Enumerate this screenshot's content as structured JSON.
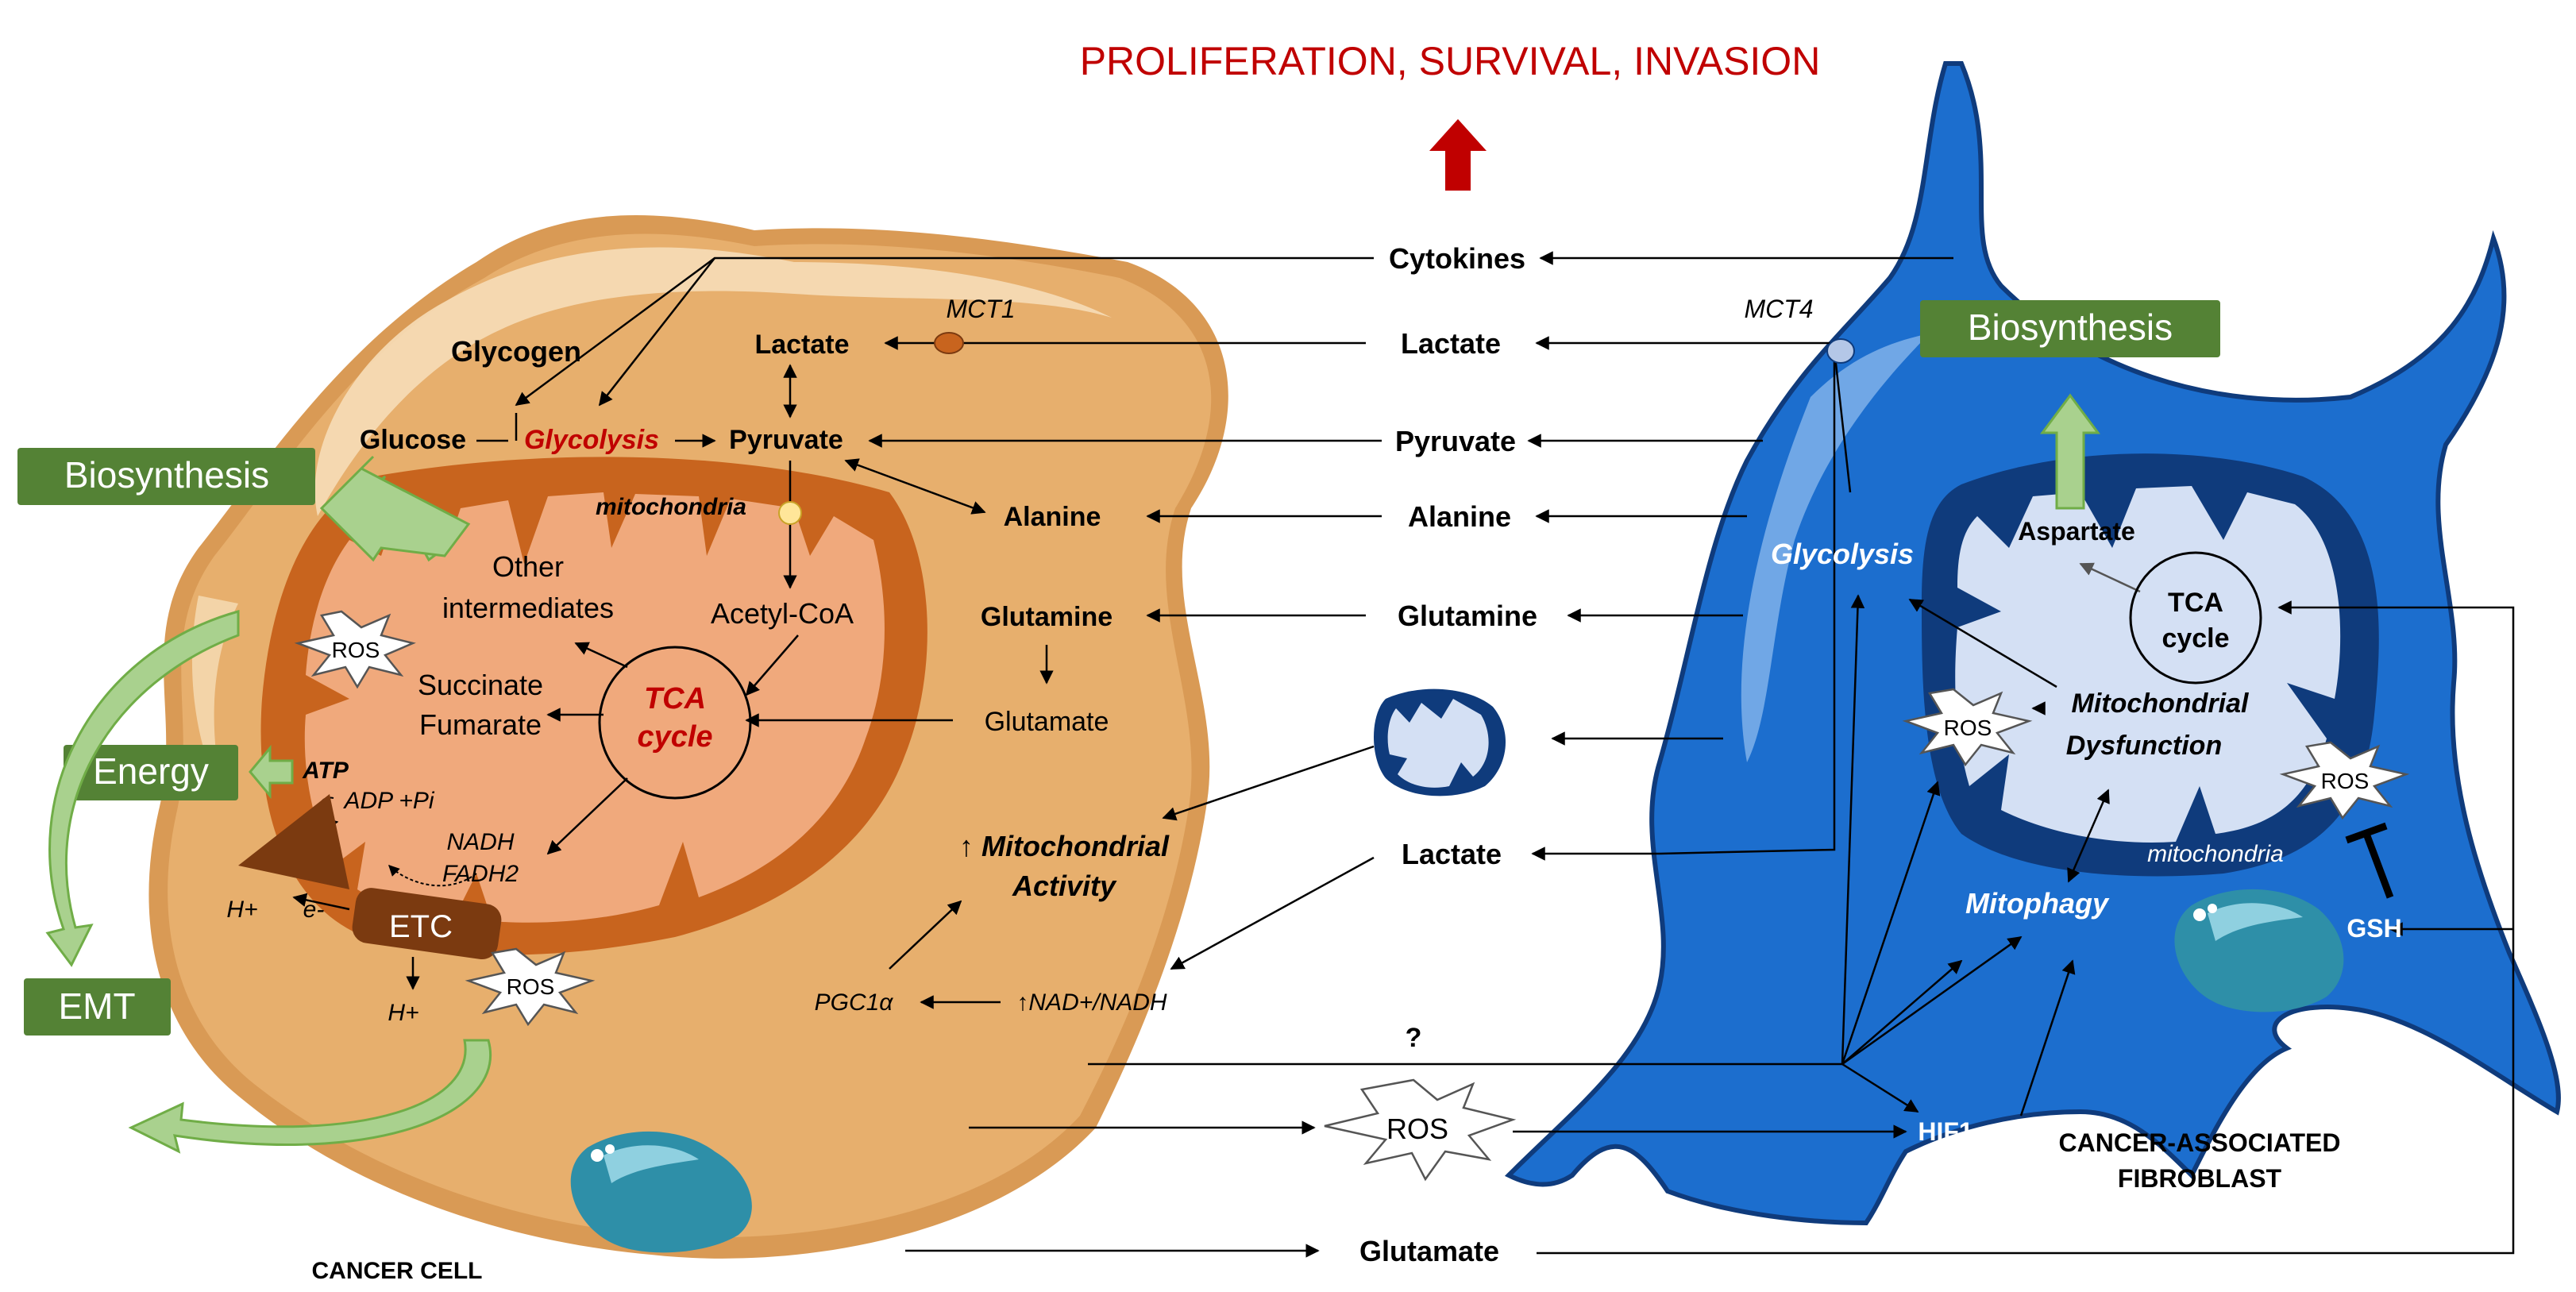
{
  "header": {
    "title": "PROLIFERATION, SURVIVAL, INVASION"
  },
  "cancer_cell": {
    "label": "CANCER CELL",
    "glycogen": "Glycogen",
    "glucose": "Glucose",
    "glycolysis": "Glycolysis",
    "lactate": "Lactate",
    "pyruvate": "Pyruvate",
    "mct1": "MCT1",
    "mitochondria": "mitochondria",
    "alanine": "Alanine",
    "glutamine": "Glutamine",
    "glutamate": "Glutamate",
    "other_intermediates_1": "Other",
    "other_intermediates_2": "intermediates",
    "acetyl_coa": "Acetyl-CoA",
    "succinate": "Succinate",
    "fumarate": "Fumarate",
    "tca_1": "TCA",
    "tca_2": "cycle",
    "ros": "ROS",
    "atp": "ATP",
    "adp_pi": "ADP +Pi",
    "nadh": "NADH",
    "fadh2": "FADH2",
    "h_plus_1": "H+",
    "h_plus_2": "H+",
    "e_minus": "e-",
    "etc": "ETC",
    "mito_activity_1": "↑ Mitochondrial",
    "mito_activity_2": "Activity",
    "pgc1a": "PGC1α",
    "nad_ratio": "↑NAD+/NADH",
    "biosynthesis": "Biosynthesis",
    "energy": "Energy",
    "emt": "EMT"
  },
  "middle": {
    "cytokines": "Cytokines",
    "lactate_1": "Lactate",
    "pyruvate": "Pyruvate",
    "alanine": "Alanine",
    "glutamine": "Glutamine",
    "lactate_2": "Lactate",
    "question": "?",
    "ros": "ROS",
    "glutamate": "Glutamate"
  },
  "fibroblast": {
    "label_1": "CANCER-ASSOCIATED",
    "label_2": "FIBROBLAST",
    "mct4": "MCT4",
    "biosynthesis": "Biosynthesis",
    "aspartate": "Aspartate",
    "tca_1": "TCA",
    "tca_2": "cycle",
    "glycolysis": "Glycolysis",
    "ros_1": "ROS",
    "ros_2": "ROS",
    "mito_dys_1": "Mitochondrial",
    "mito_dys_2": "Dysfunction",
    "mitochondria": "mitochondria",
    "mitophagy": "Mitophagy",
    "gsh": "GSH",
    "hif1": "HIF1"
  },
  "colors": {
    "cell_body": "#E7AF6D",
    "cell_membrane": "#D99A55",
    "cancer_mito_outer": "#C8641E",
    "cancer_mito_inner": "#F0A97C",
    "fibroblast_body": "#1C6ECE",
    "fibroblast_dark": "#0F3B7C",
    "fibroblast_mito_inner": "#D4E0F4",
    "green_box": "#548235",
    "green_arrow": "#A9D18E",
    "red_text": "#C00000",
    "etc_brown": "#7B3A10",
    "nucleus_teal": "#2E8FA8"
  }
}
